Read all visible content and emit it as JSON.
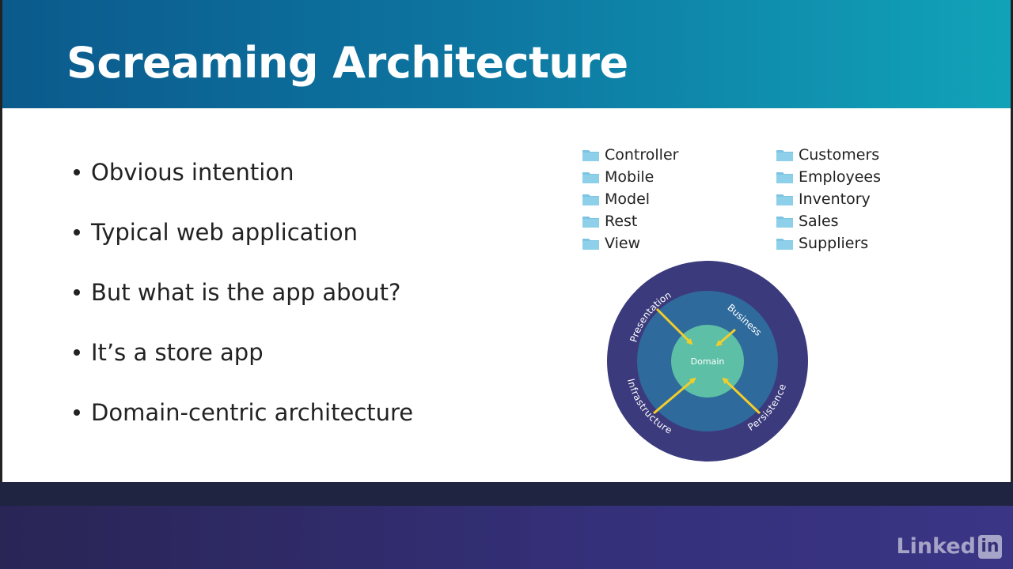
{
  "slide": {
    "title": "Screaming Architecture",
    "bullets": [
      "Obvious intention",
      "Typical web application",
      "But what is the app about?",
      "It’s a store app",
      "Domain-centric architecture"
    ]
  },
  "folders": {
    "technical": [
      "Controller",
      "Mobile",
      "Model",
      "Rest",
      "View"
    ],
    "domain": [
      "Customers",
      "Employees",
      "Inventory",
      "Sales",
      "Suppliers"
    ]
  },
  "diagram": {
    "center_label": "Domain",
    "ring_labels": {
      "presentation": "Presentation",
      "business": "Business",
      "infrastructure": "Infrastructure",
      "persistence": "Persistence"
    },
    "colors": {
      "outer_ring": "#3b3a7c",
      "middle_ring": "#2f6a9c",
      "center": "#5dbfa6",
      "arrows": "#f3cd2a"
    }
  },
  "branding": {
    "logo_text": "Linked",
    "logo_box_text": "in"
  },
  "colors": {
    "header_start": "#0b5a8c",
    "header_end": "#11a3b8",
    "folder": "#7cc4e2"
  },
  "icons": [
    "folder-icon",
    "bullet-dot"
  ]
}
